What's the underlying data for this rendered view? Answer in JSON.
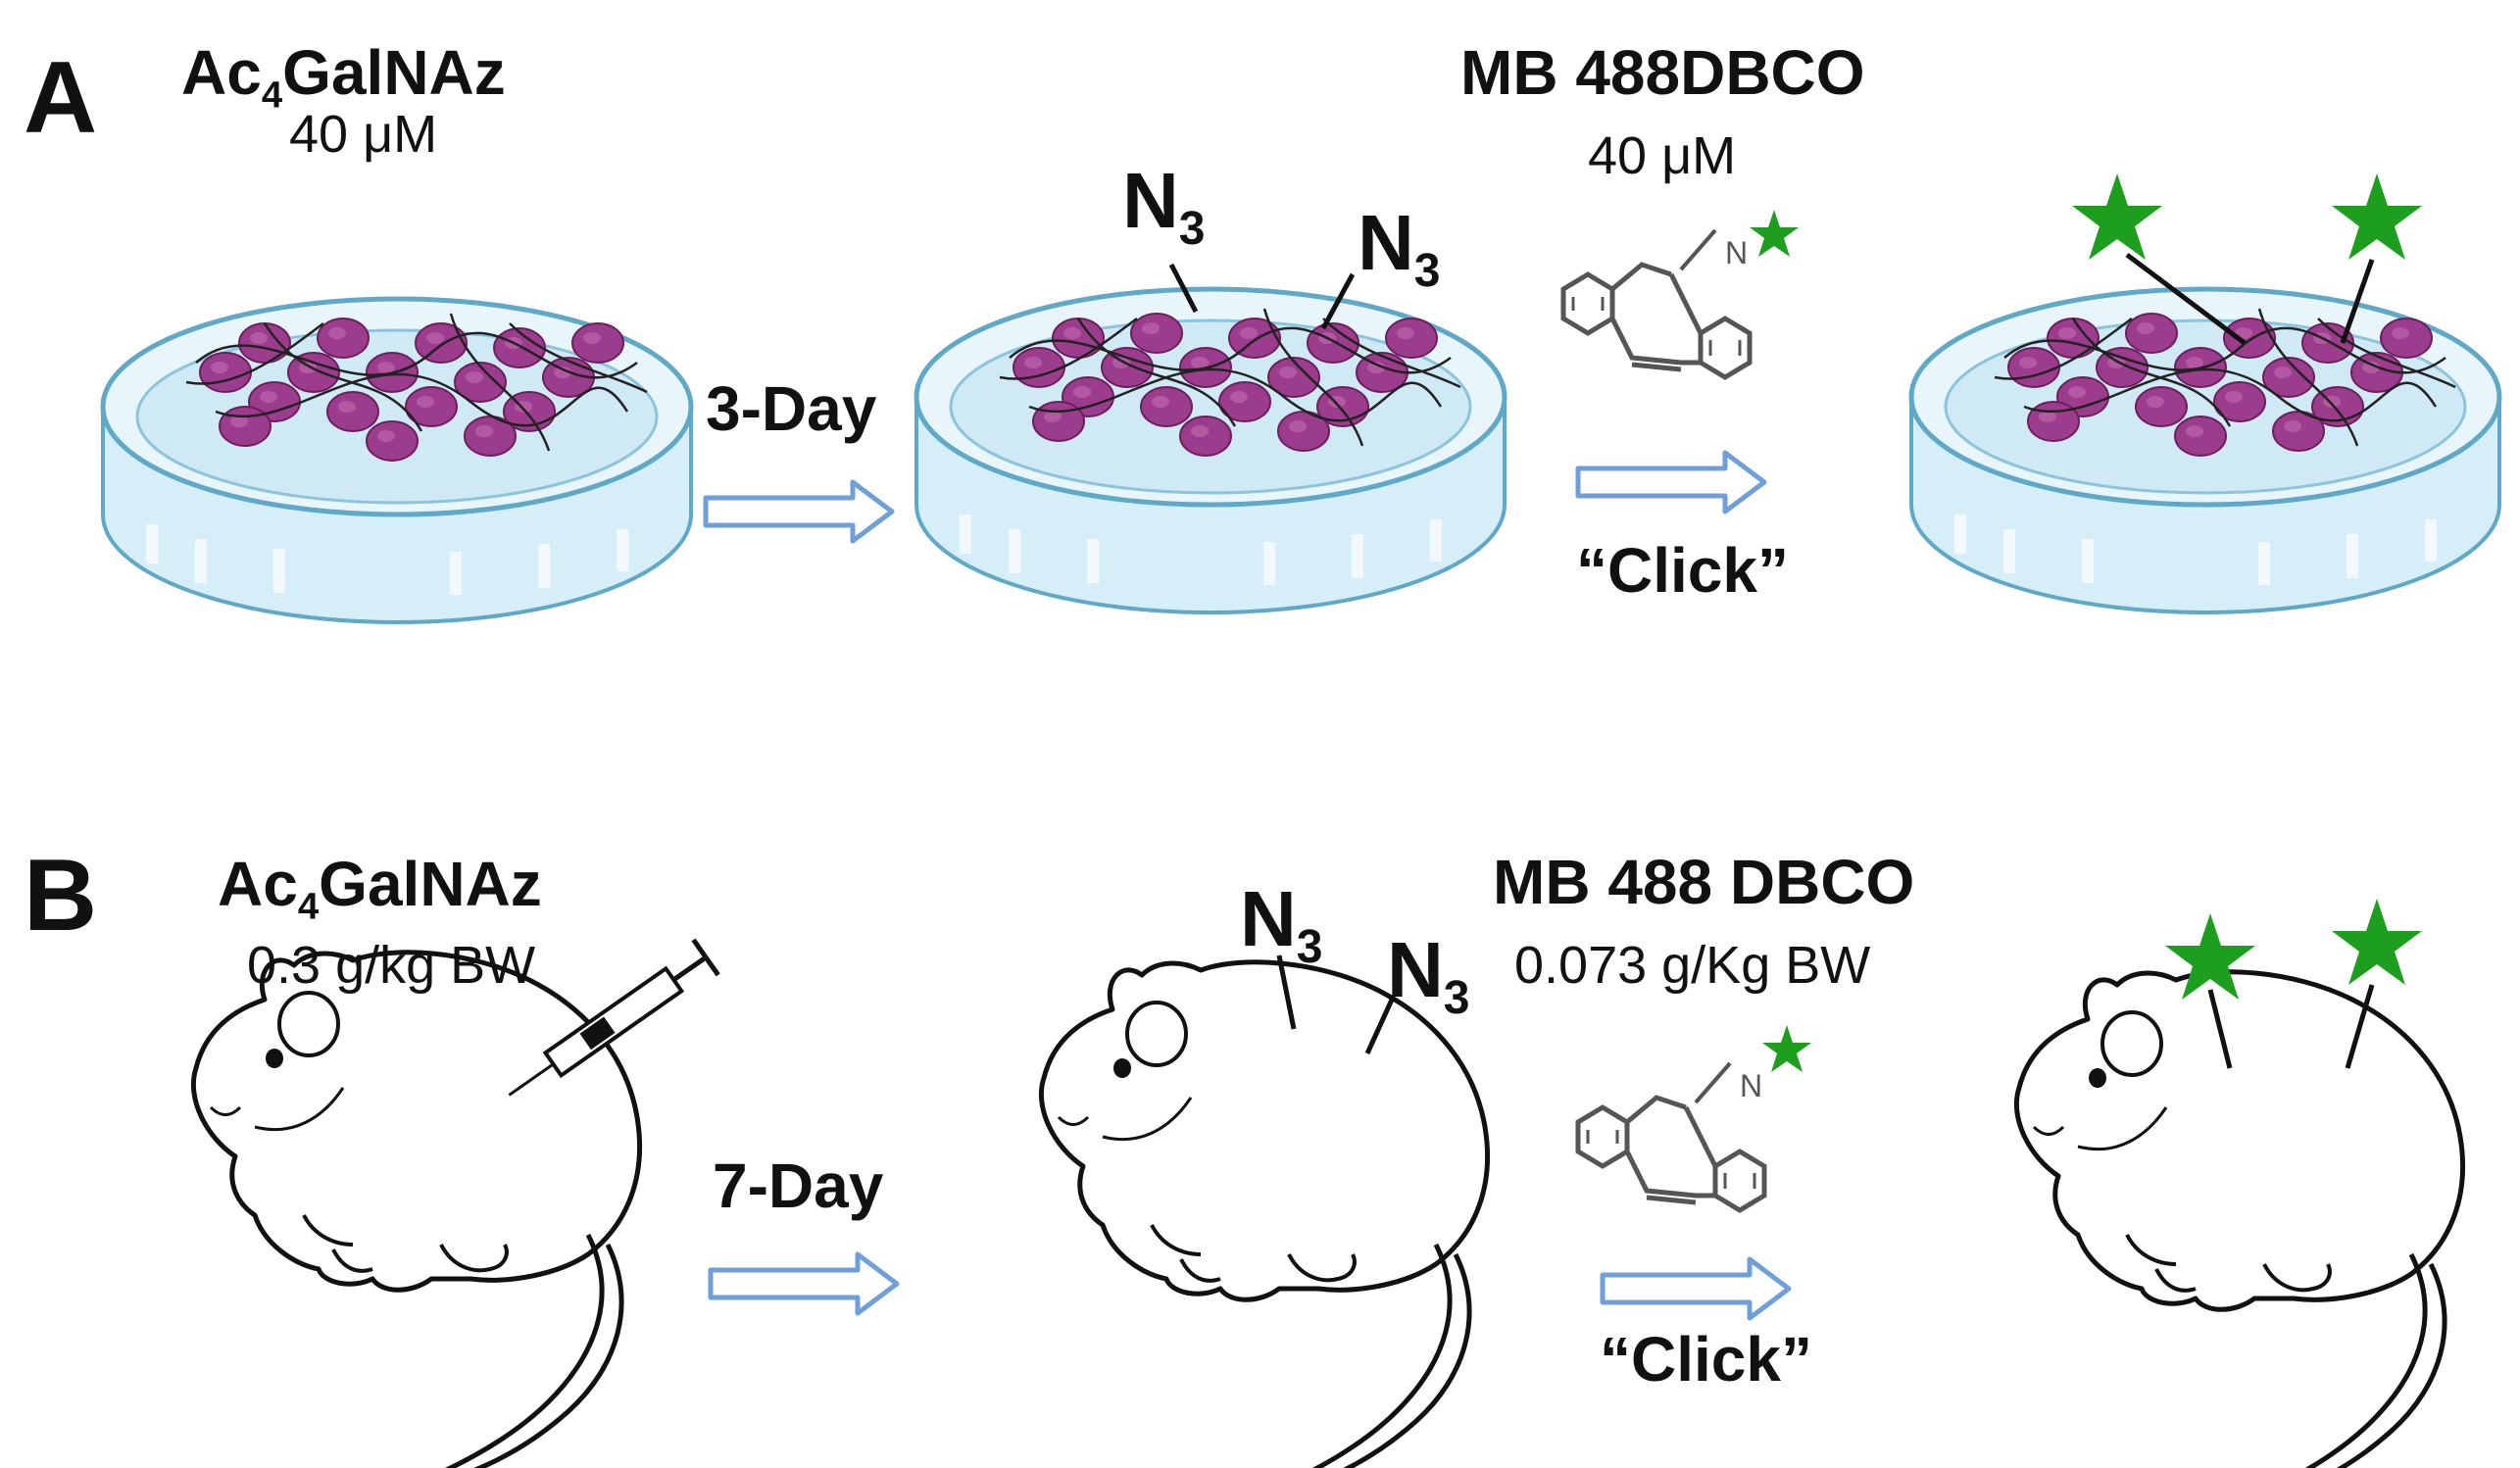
{
  "colors": {
    "star": "#1e9e1e",
    "arrow": "#6f9fd8",
    "dish_fill": "#dff1f9",
    "dish_stroke": "#5fa8c8",
    "cell": "#9c3c8c",
    "ink": "#111111"
  },
  "panel_a": {
    "letter": "A",
    "reagent_1": {
      "name_prefix": "Ac",
      "name_sub": "4",
      "name_suffix": "GalNAz",
      "dose": "40 μM"
    },
    "step_1": "3-Day",
    "azide_base": "N",
    "azide_sub": "3",
    "reagent_2": {
      "name": "MB 488DBCO",
      "dose": "40 μM"
    },
    "step_2": "“Click”",
    "dbco_atom": "N"
  },
  "panel_b": {
    "letter": "B",
    "reagent_1": {
      "name_prefix": "Ac",
      "name_sub": "4",
      "name_suffix": "GalNAz",
      "dose": "0.3 g/kg BW"
    },
    "step_1": "7-Day",
    "azide_base": "N",
    "azide_sub": "3",
    "reagent_2": {
      "name": "MB 488 DBCO",
      "dose": "0.073 g/Kg BW"
    },
    "step_2": "“Click”",
    "dbco_atom": "N"
  },
  "icons": [
    "petri-dish-icon",
    "cell-cluster-icon",
    "mouse-icon",
    "syringe-icon",
    "star-icon",
    "arrow-right-icon",
    "dbco-structure-icon"
  ]
}
